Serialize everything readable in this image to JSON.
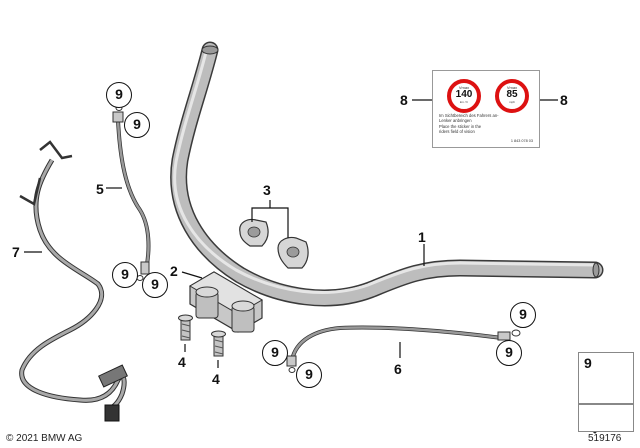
{
  "callouts": {
    "c1": "1",
    "c2": "2",
    "c3": "3",
    "c4a": "4",
    "c4b": "4",
    "c5": "5",
    "c6": "6",
    "c7": "7",
    "c8a": "8",
    "c8b": "8",
    "c9_a": "9",
    "c9_b": "9",
    "c9_c": "9",
    "c9_d": "9",
    "c9_e": "9",
    "c9_f": "9",
    "c9_g": "9",
    "c9_h": "9",
    "c9_ref": "9"
  },
  "sticker": {
    "sign1_top": "Vmax",
    "sign1_value": "140",
    "sign1_unit": "km / h",
    "sign2_top": "Vmax",
    "sign2_value": "85",
    "sign2_unit": "mph",
    "note": "Im Sichtbereich des Fahrers an-\nLenker anbringen\nPlace the sticker in the\nriders field of vision",
    "part_number": "1 843 078 03"
  },
  "footer": {
    "copyright": "© 2021 BMW AG",
    "diagram_number": "519176"
  },
  "colors": {
    "handlebar": "#b9b9b9",
    "outline": "#2a2a2a",
    "sign_ring": "#dd1111"
  }
}
